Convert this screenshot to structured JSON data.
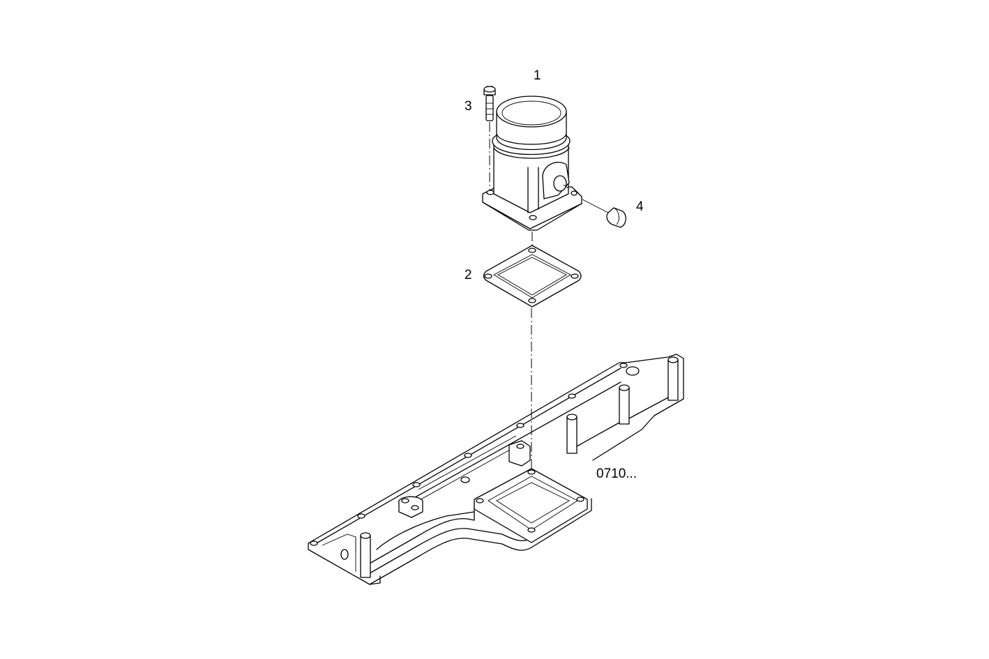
{
  "diagram": {
    "type": "exploded-parts-view",
    "callouts": [
      {
        "id": "1",
        "label": "1",
        "part": "housing"
      },
      {
        "id": "2",
        "label": "2",
        "part": "gasket"
      },
      {
        "id": "3",
        "label": "3",
        "part": "bolt"
      },
      {
        "id": "4",
        "label": "4",
        "part": "plug"
      }
    ],
    "reference_label": "0710...",
    "colors": {
      "line": "#000000",
      "background": "#ffffff"
    }
  }
}
